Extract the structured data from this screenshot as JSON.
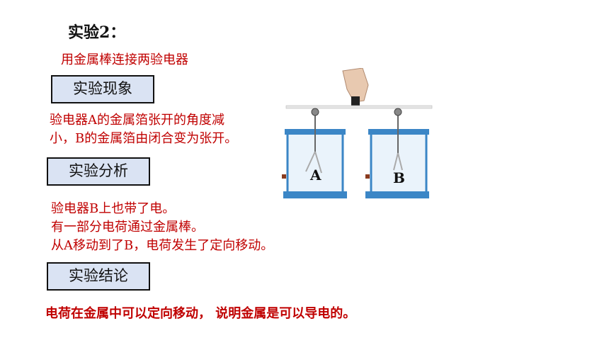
{
  "title": "实验2：",
  "subtitle": "用金属棒连接两验电器",
  "phenomenon": {
    "label": "实验现象",
    "text_line1": "验电器A的金属箔张开的角度减",
    "text_line2": "小，B的金属箔由闭合变为张开。"
  },
  "analysis": {
    "label": "实验分析",
    "lines": [
      "验电器B上也带了电。",
      "有一部分电荷通过金属棒。",
      "从A移动到了B，电荷发生了定向移动。"
    ]
  },
  "conclusion": {
    "label": "实验结论",
    "text": "电荷在金属中可以定向移动， 说明金属是可以导电的。"
  },
  "figure": {
    "label_a": "A",
    "label_b": "B"
  }
}
